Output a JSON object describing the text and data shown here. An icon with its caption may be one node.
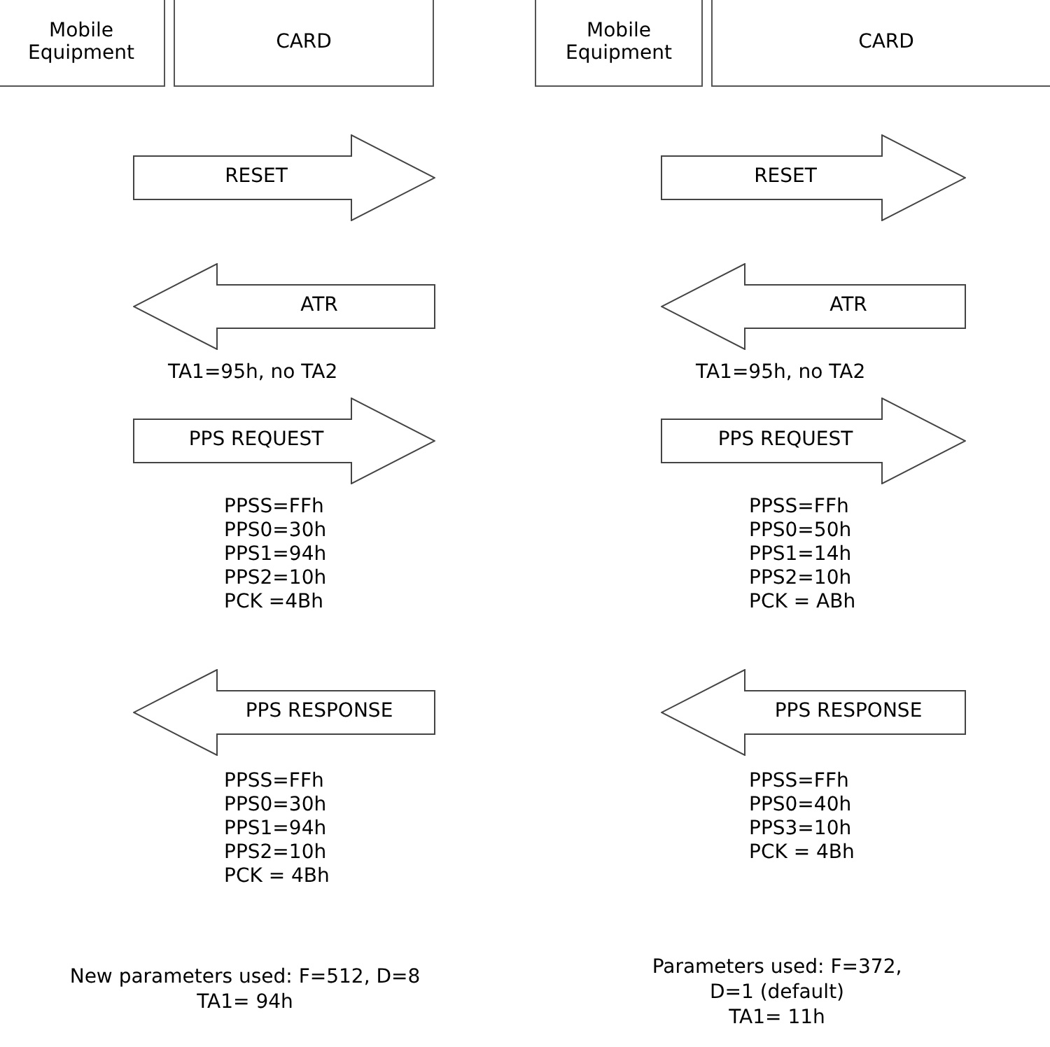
{
  "diagram": {
    "nodes": [
      {
        "text": [
          "Mobile Equipment"
        ]
      },
      {
        "text": [
          "CARD"
        ]
      },
      {
        "text": [
          "Mobile Equipment"
        ]
      },
      {
        "text": [
          "CARD"
        ]
      },
      {
        "text": [
          "RESET"
        ]
      },
      {
        "text": [
          "RESET"
        ]
      },
      {
        "text": [
          "ATR"
        ],
        "beside": [
          "TA1=95h, no TA2"
        ]
      },
      {
        "text": [
          "ATR"
        ],
        "beside": [
          "TA1=95h, no TA2"
        ]
      },
      {
        "text": [
          "PPS REQUEST"
        ],
        "beside": [
          "PPSS=FFh",
          "PPS0=30h",
          "PPS1=94h",
          "PPS2=10h",
          "PCK =4Bh"
        ]
      },
      {
        "text": [
          "PPS REQUEST"
        ],
        "beside": [
          "PPSS=FFh",
          "PPS0=50h",
          "PPS1=14h",
          "PPS2=10h",
          "PCK = ABh"
        ]
      },
      {
        "text": [
          "PPS RESPONSE"
        ],
        "beside": [
          "PPSS=FFh",
          "PPS0=30h",
          "PPS1=94h",
          "PPS2=10h",
          "PCK = 4Bh"
        ]
      },
      {
        "text": [
          "PPS RESPONSE"
        ],
        "beside": [
          "PPSS=FFh",
          "PPS0=40h",
          "PPS3=10h",
          "PCK = 4Bh"
        ]
      }
    ],
    "labels": [
      "New parameters used: F=512, D=8",
      "TA1= 94h",
      "Parameters used: F=372,",
      "D=1 (default)",
      "TA1= 11h"
    ]
  }
}
